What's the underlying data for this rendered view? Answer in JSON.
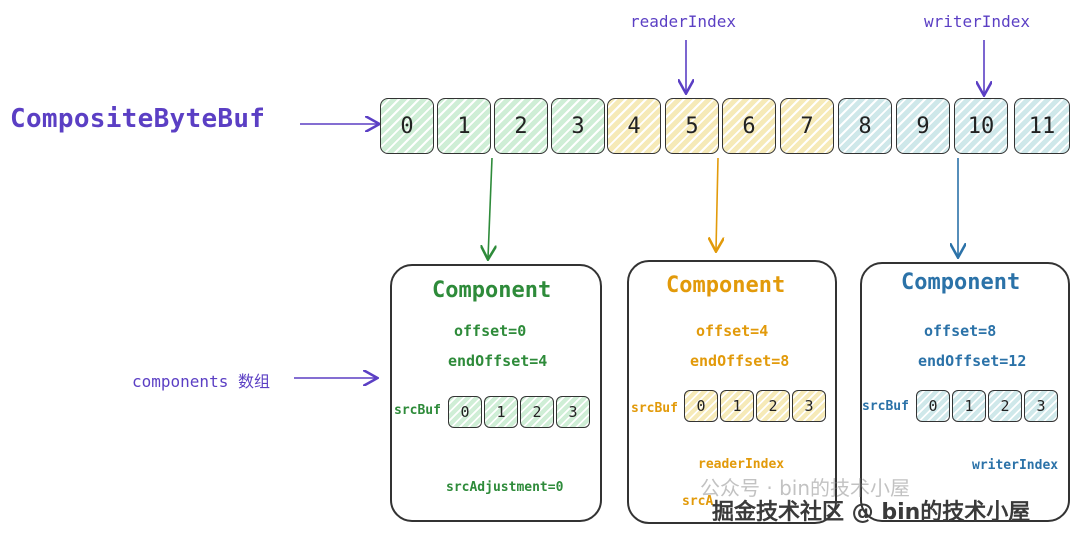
{
  "title": "CompositeByteBuf",
  "reader_index_label": "readerIndex",
  "writer_index_label": "writerIndex",
  "components_label": "components 数组",
  "cells": [
    {
      "label": "0",
      "color": "#cfeed6"
    },
    {
      "label": "1",
      "color": "#cfeed6"
    },
    {
      "label": "2",
      "color": "#cfeed6"
    },
    {
      "label": "3",
      "color": "#cfeed6"
    },
    {
      "label": "4",
      "color": "#f6eab8"
    },
    {
      "label": "5",
      "color": "#f6eab8"
    },
    {
      "label": "6",
      "color": "#f6eab8"
    },
    {
      "label": "7",
      "color": "#f6eab8"
    },
    {
      "label": "8",
      "color": "#cfe8ea"
    },
    {
      "label": "9",
      "color": "#cfe8ea"
    },
    {
      "label": "10",
      "color": "#cfe8ea"
    },
    {
      "label": "11",
      "color": "#cfe8ea"
    }
  ],
  "components": [
    {
      "title": "Component",
      "offset": "offset=0",
      "end_offset": "endOffset=4",
      "src_buf_label": "srcBuf",
      "src_cells": [
        "0",
        "1",
        "2",
        "3"
      ],
      "src_adjustment": "srcAdjustment=0",
      "color": "#2e8b3a",
      "fill": "#cfeed6"
    },
    {
      "title": "Component",
      "offset": "offset=4",
      "end_offset": "endOffset=8",
      "src_buf_label": "srcBuf",
      "src_cells": [
        "0",
        "1",
        "2",
        "3"
      ],
      "reader_index": "readerIndex",
      "src_adjustment_partial": "srcA",
      "color": "#e29a0a",
      "fill": "#f6eab8"
    },
    {
      "title": "Component",
      "offset": "offset=8",
      "end_offset": "endOffset=12",
      "src_buf_label": "srcBuf",
      "src_cells": [
        "0",
        "1",
        "2",
        "3"
      ],
      "writer_index": "writerIndex",
      "color": "#2b72a8",
      "fill": "#cfe8ea"
    }
  ],
  "watermark": {
    "line1": "公众号 · bin的技术小屋",
    "line2": "掘金技术社区 @ bin的技术小屋"
  }
}
